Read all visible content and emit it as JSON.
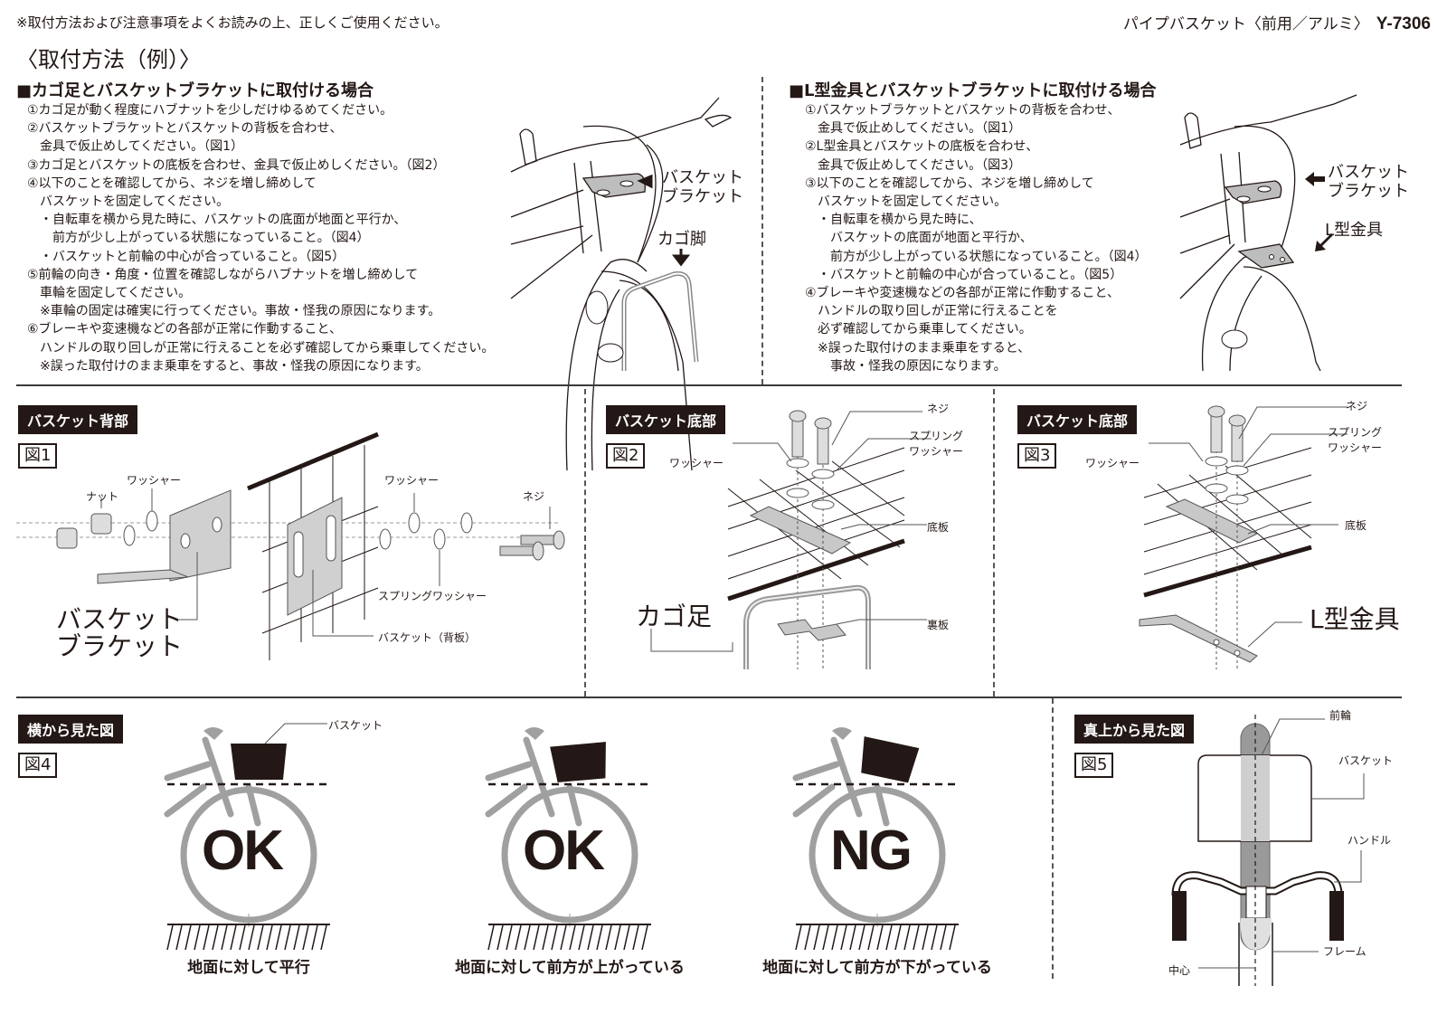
{
  "header": {
    "note": "※取付方法および注意事項をよくお読みの上、正しくご使用ください。",
    "product_name": "パイプバスケット〈前用／アルミ〉",
    "model_number": "Y-7306",
    "title": "〈取付方法（例）〉"
  },
  "section_a": {
    "heading": "■カゴ足とバスケットブラケットに取付ける場合",
    "steps": [
      "①カゴ足が動く程度にハブナットを少しだけゆるめてください。",
      "②バスケットブラケットとバスケットの背板を合わせ、",
      "　金具で仮止めしてください。（図1）",
      "③カゴ足とバスケットの底板を合わせ、金具で仮止めしください。（図2）",
      "④以下のことを確認してから、ネジを増し締めして",
      "　バスケットを固定してください。",
      "　・自転車を横から見た時に、バスケットの底面が地面と平行か、",
      "　　前方が少し上がっている状態になっていること。（図4）",
      "　・バスケットと前輪の中心が合っていること。（図5）",
      "⑤前輪の向き・角度・位置を確認しながらハブナットを増し締めして",
      "　車輪を固定してください。",
      "　※車輪の固定は確実に行ってください。事故・怪我の原因になります。",
      "⑥ブレーキや変速機などの各部が正常に作動すること、",
      "　ハンドルの取り回しが正常に行えることを必ず確認してから乗車してください。",
      "　※誤った取付けのまま乗車をすると、事故・怪我の原因になります。"
    ],
    "illustration_labels": {
      "bracket": "バスケット\nブラケット",
      "basket_leg": "カゴ脚"
    }
  },
  "section_b": {
    "heading": "■L型金具とバスケットブラケットに取付ける場合",
    "steps": [
      "①バスケットブラケットとバスケットの背板を合わせ、",
      "　金具で仮止めしてください。（図1）",
      "②L型金具とバスケットの底板を合わせ、",
      "　金具で仮止めしてください。（図3）",
      "③以下のことを確認してから、ネジを増し締めして",
      "　バスケットを固定してください。",
      "　・自転車を横から見た時に、",
      "　　バスケットの底面が地面と平行か、",
      "　　前方が少し上がっている状態になっていること。（図4）",
      "　・バスケットと前輪の中心が合っていること。（図5）",
      "④ブレーキや変速機などの各部が正常に作動すること、",
      "　ハンドルの取り回しが正常に行えることを",
      "　必ず確認してから乗車してください。",
      "　※誤った取付けのまま乗車をすると、",
      "　　事故・怪我の原因になります。"
    ],
    "illustration_labels": {
      "bracket": "バスケット\nブラケット",
      "l_bracket": "L型金具"
    }
  },
  "fig1": {
    "badge": "バスケット背部",
    "figure": "図1",
    "labels": {
      "nut": "ナット",
      "washer_left": "ワッシャー",
      "washer_right": "ワッシャー",
      "screw": "ネジ",
      "spring_washer": "スプリングワッシャー",
      "basket_back": "バスケット（背板）",
      "bracket": "バスケット\nブラケット"
    }
  },
  "fig2": {
    "badge": "バスケット底部",
    "figure": "図2",
    "labels": {
      "screw": "ネジ",
      "spring_washer": "スプリング\nワッシャー",
      "washer": "ワッシャー",
      "bottom_plate": "底板",
      "back_plate": "裏板",
      "basket_leg": "カゴ足"
    }
  },
  "fig3": {
    "badge": "バスケット底部",
    "figure": "図3",
    "labels": {
      "screw": "ネジ",
      "spring_washer": "スプリング\nワッシャー",
      "washer": "ワッシャー",
      "bottom_plate": "底板",
      "l_bracket": "L型金具"
    }
  },
  "fig4": {
    "badge": "横から見た図",
    "figure": "図4",
    "basket_label": "バスケット",
    "panels": [
      {
        "verdict": "OK",
        "caption": "地面に対して平行",
        "tilt": 0
      },
      {
        "verdict": "OK",
        "caption": "地面に対して前方が上がっている",
        "tilt": -5
      },
      {
        "verdict": "NG",
        "caption": "地面に対して前方が下がっている",
        "tilt": 12
      }
    ]
  },
  "fig5": {
    "badge": "真上から見た図",
    "figure": "図5",
    "labels": {
      "front_wheel": "前輪",
      "basket": "バスケット",
      "handle": "ハンドル",
      "frame": "フレーム",
      "center": "中心"
    }
  },
  "colors": {
    "ink": "#231815",
    "gray": "#a0a0a0",
    "metal": "#c8c8c8"
  }
}
